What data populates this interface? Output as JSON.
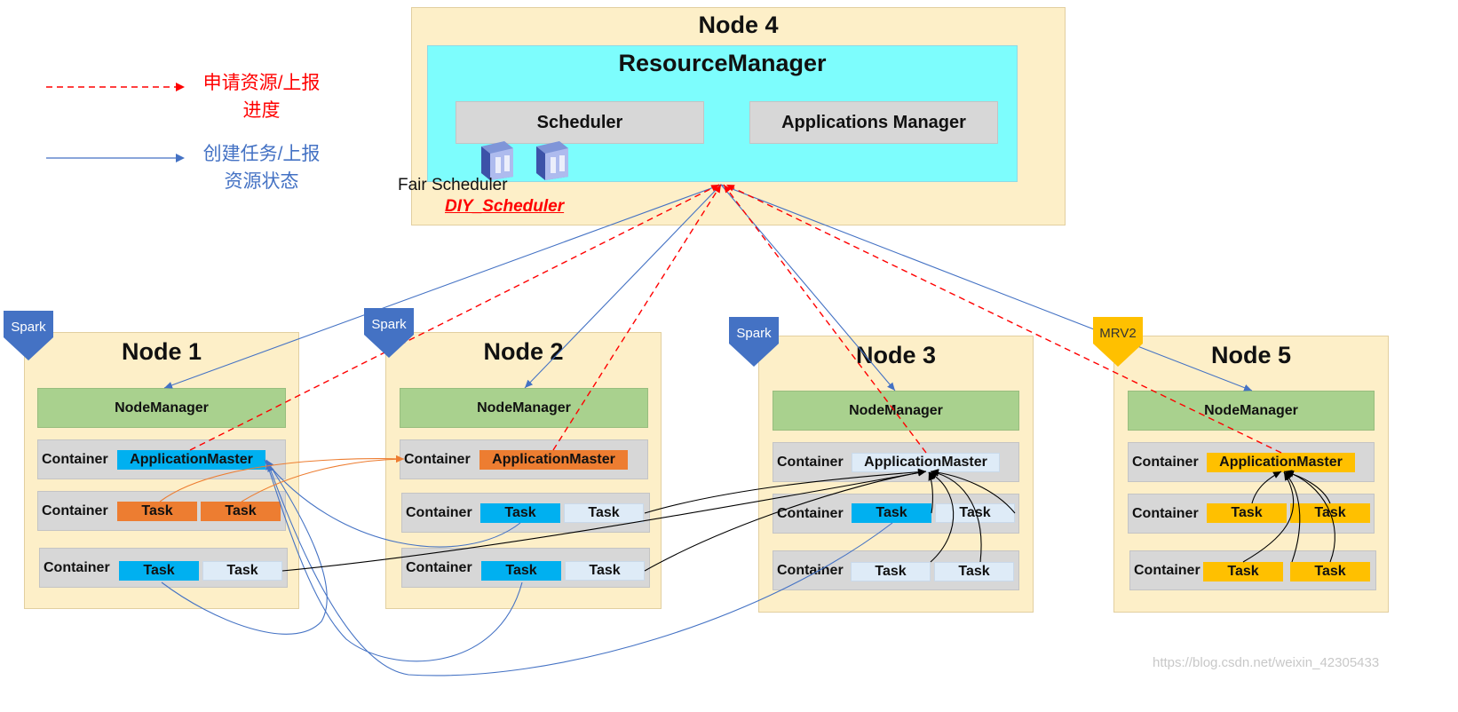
{
  "legend": {
    "request_label_line1": "申请资源/上报",
    "request_label_line2": "进度",
    "create_label_line1": "创建任务/上报",
    "create_label_line2": "资源状态"
  },
  "node4": {
    "title": "Node 4",
    "resource_manager": "ResourceManager",
    "scheduler": "Scheduler",
    "applications_manager": "Applications Manager",
    "fair_scheduler": "Fair Scheduler",
    "diy_scheduler": "DIY_Scheduler"
  },
  "labels": {
    "node_manager": "NodeManager",
    "container": "Container",
    "application_master": "ApplicationMaster",
    "task": "Task"
  },
  "nodes": [
    {
      "title": "Node 1",
      "tag": "Spark"
    },
    {
      "title": "Node 2",
      "tag": "Spark"
    },
    {
      "title": "Node 3",
      "tag": "Spark"
    },
    {
      "title": "Node 5",
      "tag": "MRV2"
    }
  ],
  "colors": {
    "request_line": "#ff0000",
    "create_line": "#4472c4",
    "node_bg": "#fdefc8",
    "rm_bg": "#7dfdfd",
    "node_manager": "#a9d18e",
    "spark_tag": "#4472c4",
    "mrv2_tag": "#ffc000",
    "task_blue": "#00b0f0",
    "task_orange": "#ed7d31",
    "task_gold": "#ffc000"
  },
  "watermark": "https://blog.csdn.net/weixin_42305433"
}
